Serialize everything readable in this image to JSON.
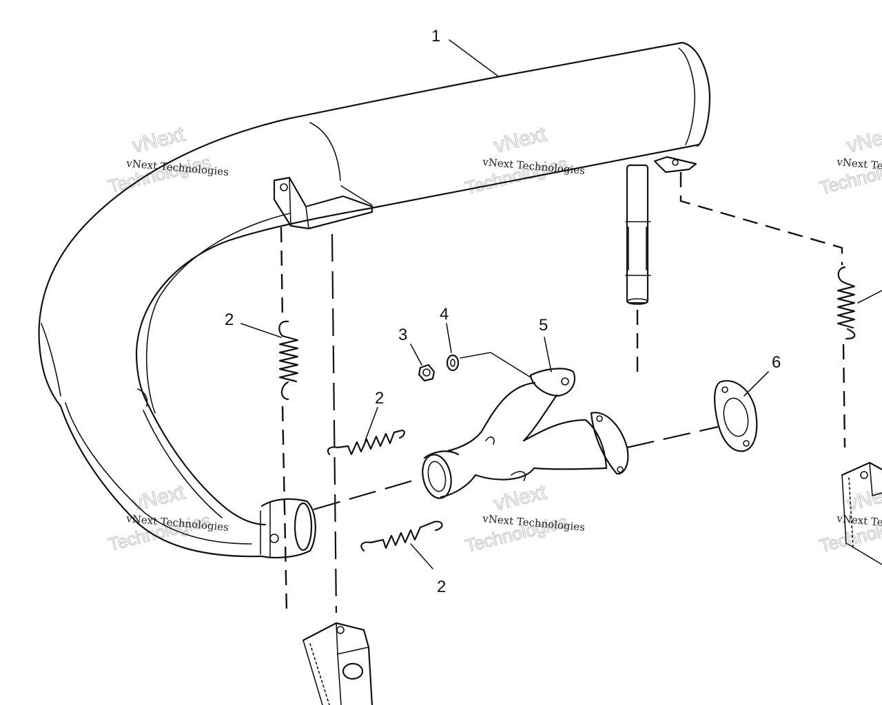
{
  "callouts": {
    "muffler": "1",
    "spring_left": "2",
    "spring_middle": "2",
    "spring_bottom": "2",
    "nut": "3",
    "washer": "4",
    "y_pipe": "5",
    "gasket": "6"
  },
  "watermark": {
    "company": "vNext Technologies",
    "brand": "vNext",
    "subtitle": "Technologies"
  }
}
